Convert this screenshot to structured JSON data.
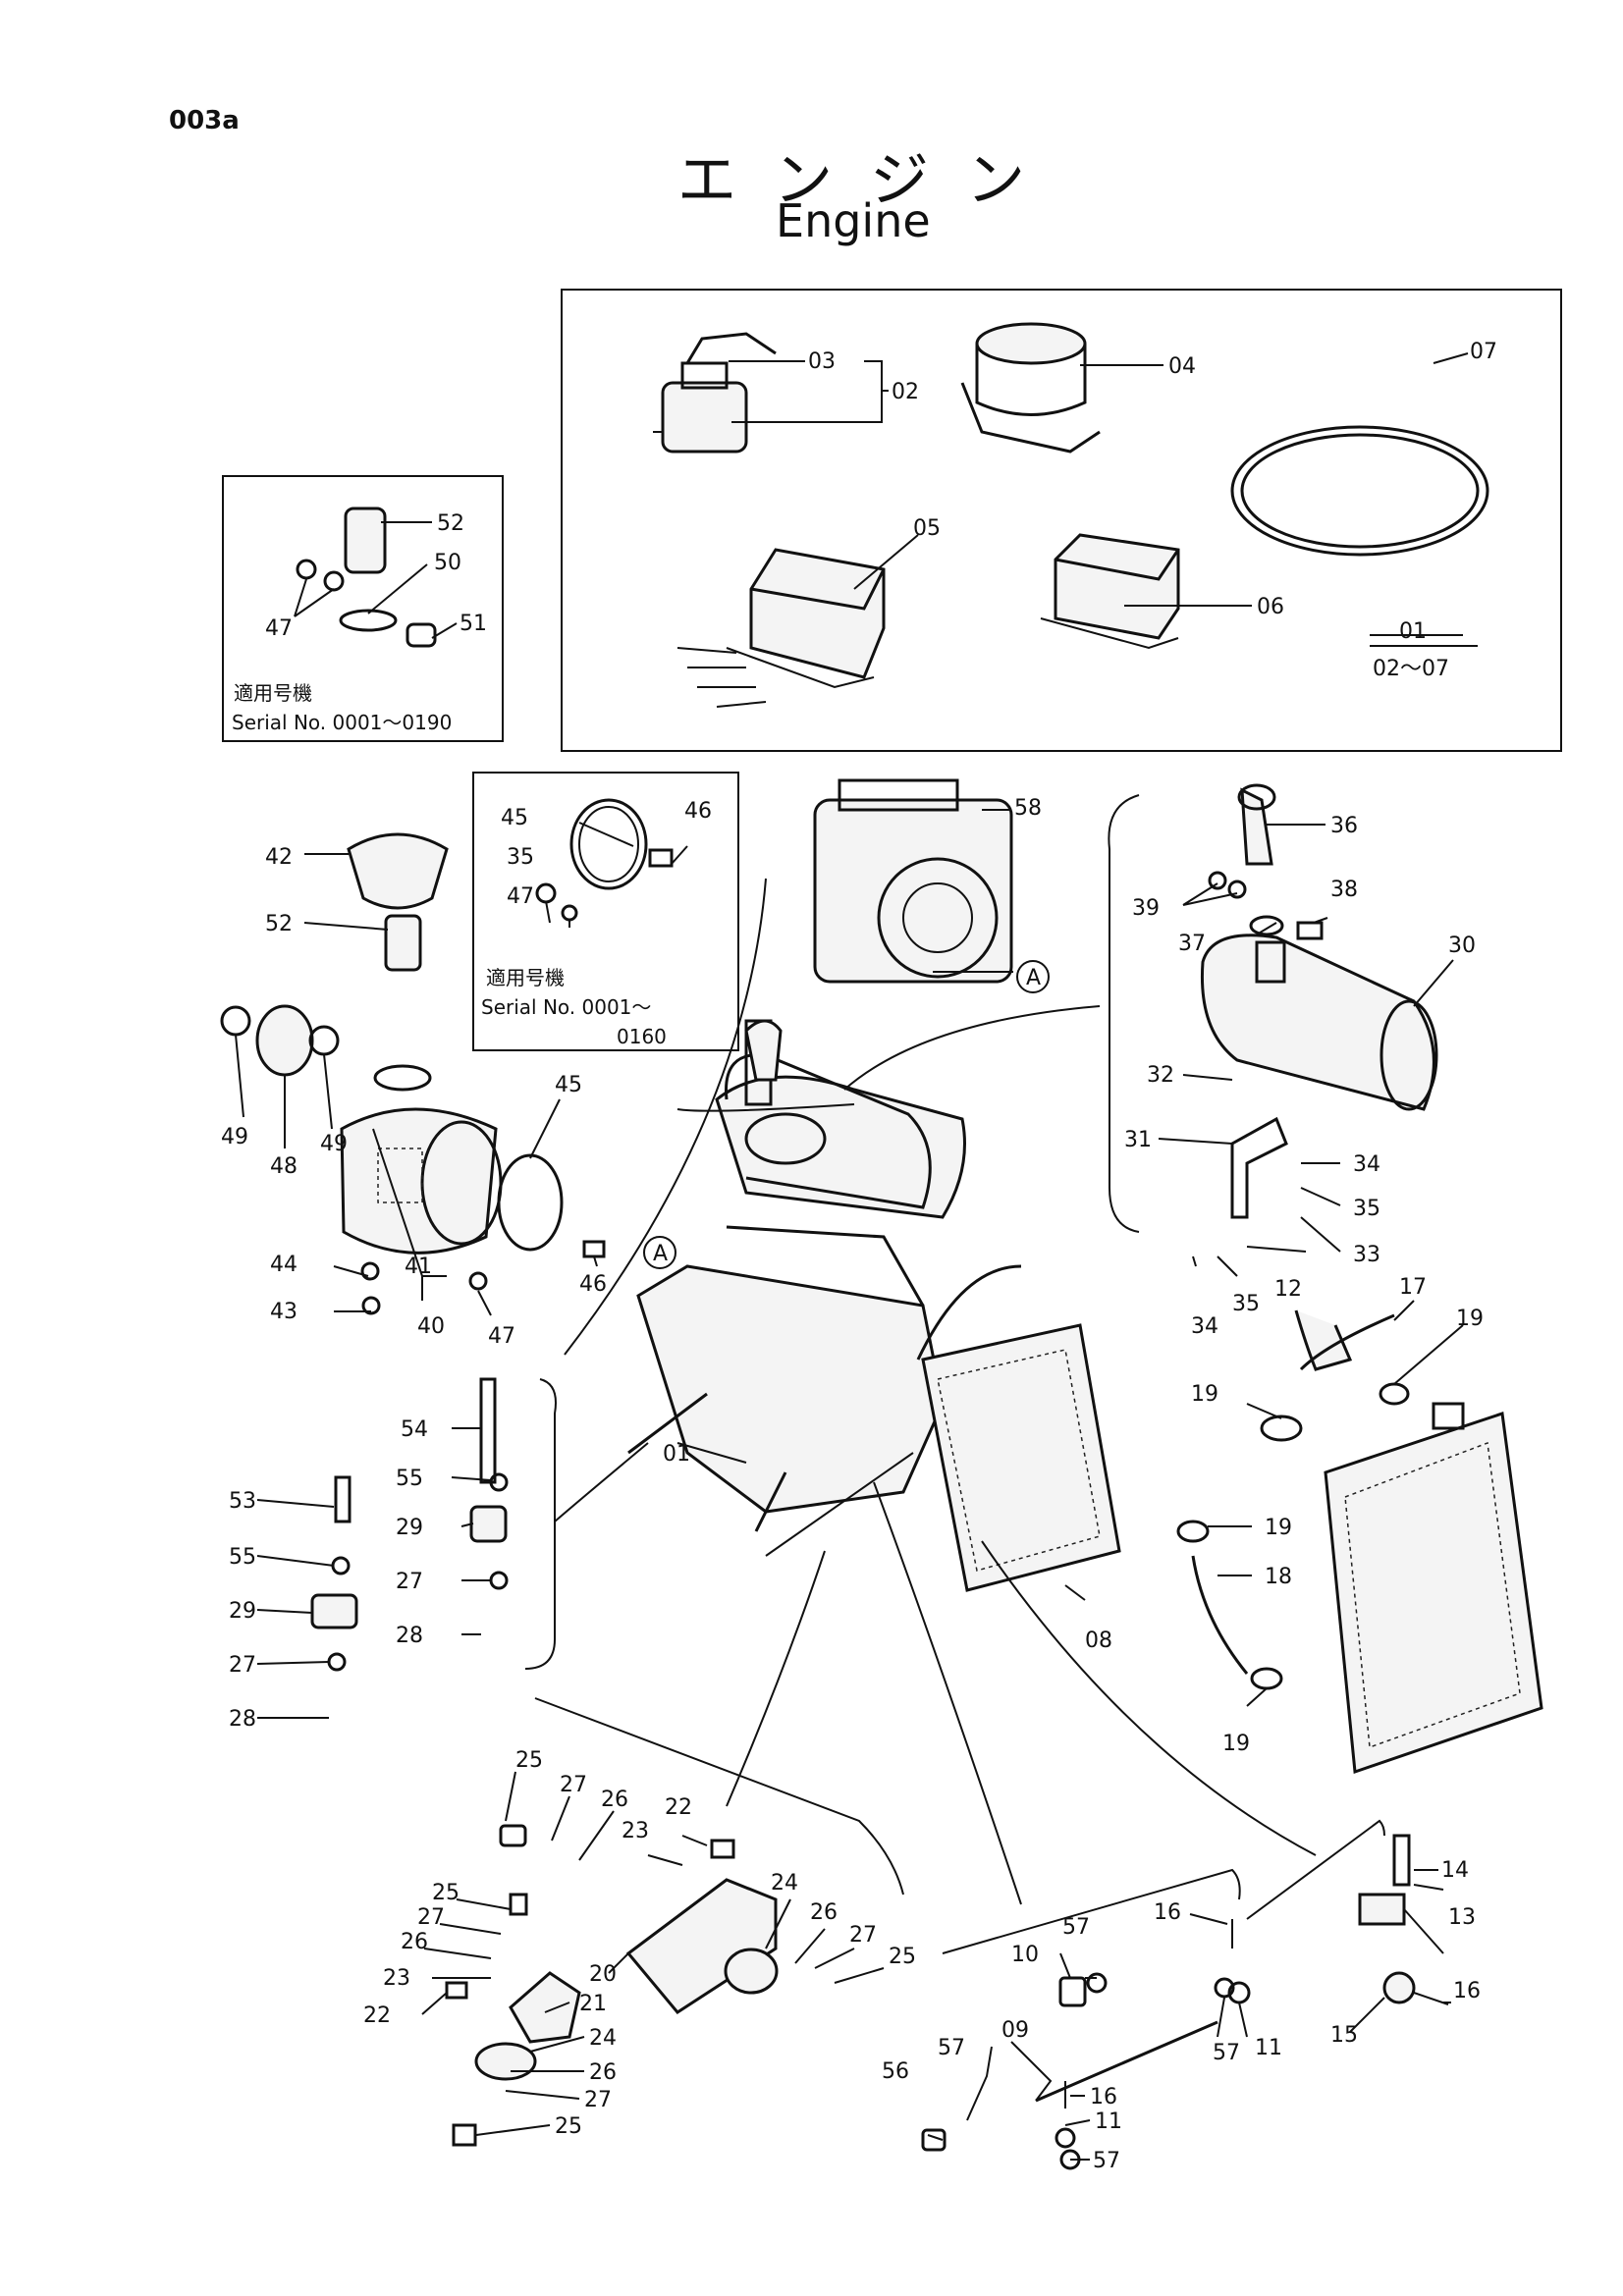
{
  "page_code": "003a",
  "title_jp": "エンジン",
  "title_en": "Engine",
  "notes": {
    "applicable_jp": "適用号機",
    "serial_top_left": "Serial No. 0001〜0190",
    "serial_mid_line1": "Serial No. 0001〜",
    "serial_mid_line2": "0160",
    "set_numerator": "01",
    "set_denominator": "02〜07"
  },
  "labels": {
    "p01": "01",
    "p02": "02",
    "p03": "03",
    "p04": "04",
    "p05": "05",
    "p06": "06",
    "p07": "07",
    "p08": "08",
    "p09": "09",
    "p10": "10",
    "p11a": "11",
    "p11b": "11",
    "p12": "12",
    "p13": "13",
    "p14": "14",
    "p15": "15",
    "p16a": "16",
    "p16b": "16",
    "p16c": "16",
    "p17": "17",
    "p18": "18",
    "p19a": "19",
    "p19b": "19",
    "p19c": "19",
    "p19d": "19",
    "p20": "20",
    "p21": "21",
    "p22a": "22",
    "p22b": "22",
    "p23a": "23",
    "p23b": "23",
    "p24a": "24",
    "p24b": "24",
    "p25a": "25",
    "p25b": "25",
    "p25c": "25",
    "p25d": "25",
    "p26a": "26",
    "p26b": "26",
    "p26c": "26",
    "p26d": "26",
    "p27a": "27",
    "p27b": "27",
    "p27c": "27",
    "p27d": "27",
    "p27e": "27",
    "p27f": "27",
    "p28a": "28",
    "p28b": "28",
    "p29a": "29",
    "p29b": "29",
    "p30": "30",
    "p31": "31",
    "p32": "32",
    "p33": "33",
    "p34a": "34",
    "p34b": "34",
    "p35a": "35",
    "p35b": "35",
    "p35c": "35",
    "p36": "36",
    "p37": "37",
    "p38": "38",
    "p39": "39",
    "p40": "40",
    "p41": "41",
    "p42": "42",
    "p43": "43",
    "p44": "44",
    "p45a": "45",
    "p45b": "45",
    "p46a": "46",
    "p46b": "46",
    "p47a": "47",
    "p47b": "47",
    "p47c": "47",
    "p48": "48",
    "p49a": "49",
    "p49b": "49",
    "p50": "50",
    "p51": "51",
    "p52a": "52",
    "p52b": "52",
    "p53": "53",
    "p54": "54",
    "p55a": "55",
    "p55b": "55",
    "p56": "56",
    "p57a": "57",
    "p57b": "57",
    "p57c": "57",
    "p57d": "57",
    "p58": "58",
    "refA1": "A",
    "refA2": "A"
  }
}
